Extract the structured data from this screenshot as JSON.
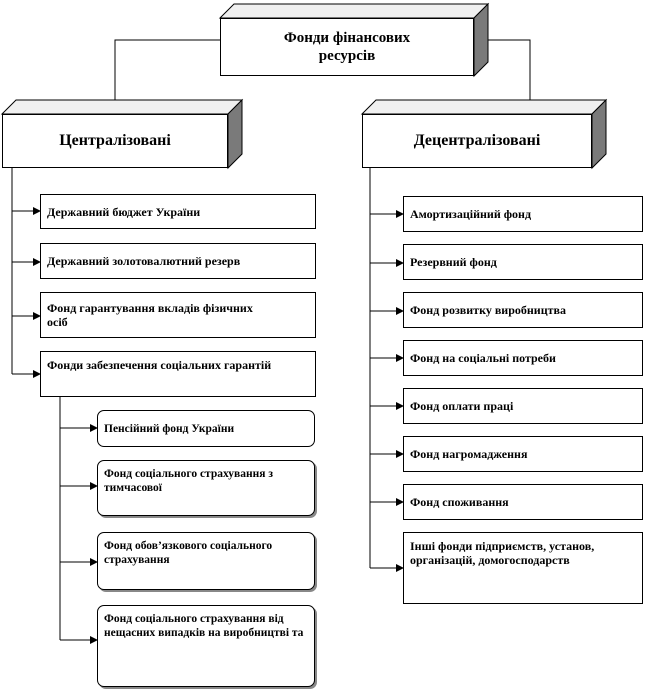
{
  "root": {
    "label_line1": "Фонди фінансових",
    "label_line2": "ресурсів"
  },
  "centralized": {
    "label": "Централізовані",
    "items": [
      "Державний бюджет України",
      "Державний золотовалютний резерв",
      "Фонд гарантування вкладів фізичних  осіб",
      "Фонди забезпечення соціальних гарантій"
    ],
    "social_funds": [
      "Пенсійний фонд  України",
      "Фонд соціального страхування з тимчасової",
      "Фонд обов’язкового соціального страхування",
      "Фонд соціального страхування від  нещасних випадків  на виробництві та"
    ]
  },
  "decentralized": {
    "label": "Децентралізовані",
    "items": [
      "Амортизаційний фонд",
      "Резервний фонд",
      "Фонд розвитку  виробництва",
      "Фонд на соціальні  потреби",
      "Фонд оплати праці",
      "Фонд нагромадження",
      "Фонд споживання",
      "Інші фонди підприємств, установ, організацій, домогосподарств"
    ]
  }
}
